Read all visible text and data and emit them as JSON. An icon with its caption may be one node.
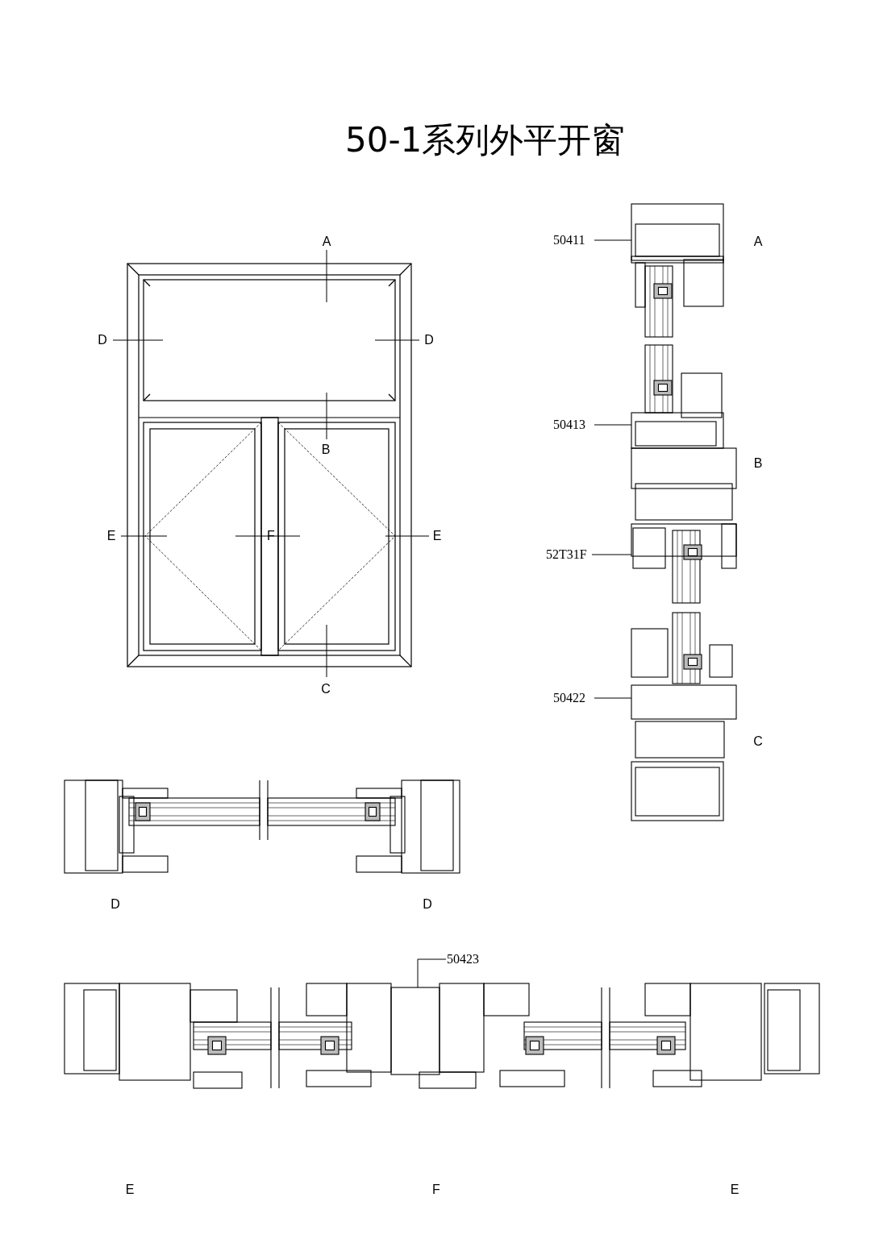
{
  "diagram": {
    "title": "50-1系列外平开窗",
    "nodes": [
      {
        "text": [
          "50411"
        ]
      },
      {
        "text": [
          "50413"
        ]
      },
      {
        "text": [
          "52T31F"
        ]
      },
      {
        "text": [
          "50422"
        ]
      },
      {
        "text": [
          "50423"
        ]
      },
      {
        "text": [],
        "shape": "box"
      },
      {
        "text": [],
        "shape": "box"
      },
      {
        "text": [],
        "shape": "box"
      },
      {
        "text": [],
        "shape": "box"
      },
      {
        "text": [],
        "shape": "box"
      }
    ],
    "edges": [
      {
        "from": 0,
        "to": 5,
        "arrow": "none"
      },
      {
        "from": 1,
        "to": 6,
        "arrow": "none"
      },
      {
        "from": 2,
        "to": 7,
        "arrow": "none"
      },
      {
        "from": 3,
        "to": 8,
        "arrow": "none"
      },
      {
        "from": 4,
        "to": 9,
        "arrow": "none"
      }
    ],
    "labels": [
      "A",
      "D",
      "D",
      "B",
      "E",
      "F",
      "E",
      "C",
      "A",
      "B",
      "C",
      "D",
      "D",
      "E",
      "F",
      "E"
    ]
  }
}
